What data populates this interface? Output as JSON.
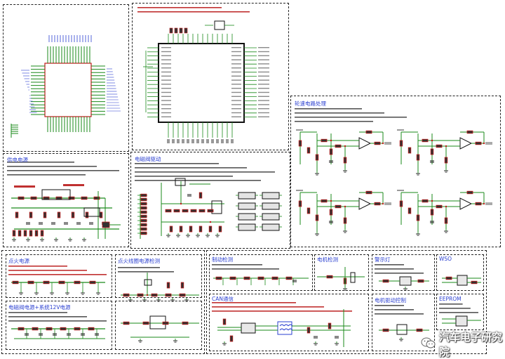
{
  "blocks": {
    "wheel_speed": {
      "title": "轮速电路处理"
    },
    "power_supply": {
      "title": "供电电源"
    },
    "valve_drive": {
      "title": "电磁阀驱动"
    },
    "ign_power": {
      "title": "点火电源"
    },
    "relay_power": {
      "title": "电磁阀电源+系统12V电源"
    },
    "ign_detect": {
      "title": "点火线圈电源检测"
    },
    "brake_detect": {
      "title": "制动检测"
    },
    "motor_detect": {
      "title": "电机检测"
    },
    "warn_lamp": {
      "title": "警示灯"
    },
    "wso": {
      "title": "WSO"
    },
    "can_comm": {
      "title": "CAN通信"
    },
    "motor_drive": {
      "title": "电机驱动控制"
    },
    "eeprom": {
      "title": "EEPROM"
    }
  },
  "watermark": {
    "text": "汽车电子研究院",
    "icon": "wechat-icon"
  }
}
